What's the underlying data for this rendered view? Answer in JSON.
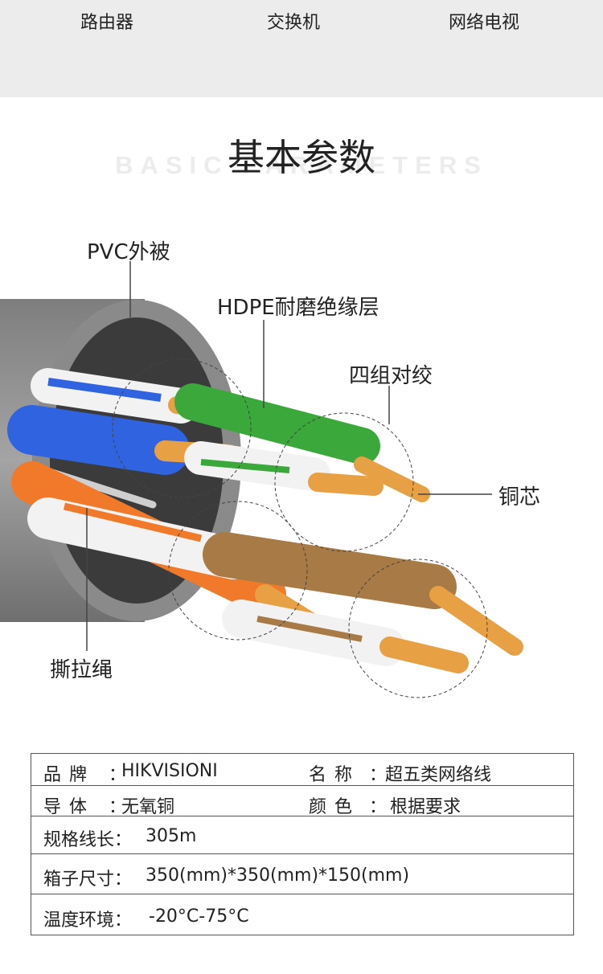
{
  "nav": {
    "items": [
      "路由器",
      "交换机",
      "网络电视"
    ]
  },
  "section": {
    "title": "基本参数",
    "subtitle_bg": "BASIC PARAMETERS"
  },
  "diagram": {
    "callouts": {
      "jacket": "PVC外被",
      "insulation": "HDPE耐磨绝缘层",
      "twisted_pairs": "四组对绞",
      "copper": "铜芯",
      "ripcord": "撕拉绳"
    },
    "colors": {
      "jacket": "#8f8f8f",
      "blue": "#2f63e0",
      "green": "#3aa83a",
      "orange": "#f07a2a",
      "brown": "#a87a45",
      "copper": "#e8a045"
    }
  },
  "specs": {
    "brand_label": "品牌",
    "brand_value": "HIKVISIONI",
    "name_label": "名称",
    "name_value": "超五类网络线",
    "conductor_label": "导体",
    "conductor_value": "无氧铜",
    "color_label": "颜色",
    "color_value": "根据要求",
    "length_label": "规格线长",
    "length_value": "305m",
    "box_label": "箱子尺寸",
    "box_value": "350(mm)*350(mm)*150(mm)",
    "temp_label": "温度环境",
    "temp_value": "-20°C-75°C",
    "colon": "："
  }
}
